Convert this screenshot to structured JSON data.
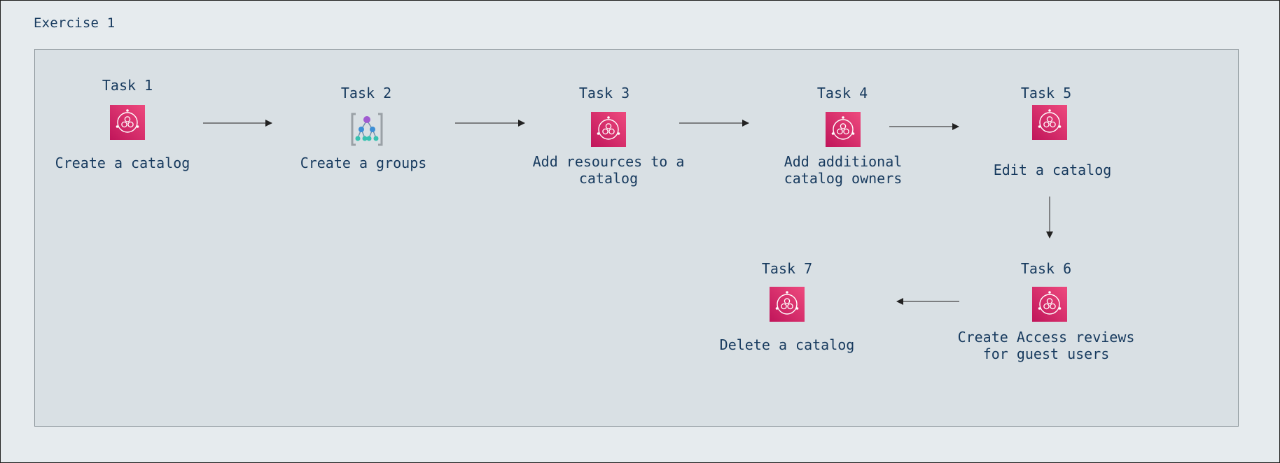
{
  "exercise": {
    "title": "Exercise 1"
  },
  "tasks": [
    {
      "label": "Task 1",
      "caption": [
        "Create a catalog"
      ],
      "icon": "catalog-icon"
    },
    {
      "label": "Task 2",
      "caption": [
        "Create a groups"
      ],
      "icon": "groups-icon"
    },
    {
      "label": "Task 3",
      "caption": [
        "Add resources to a",
        "catalog"
      ],
      "icon": "catalog-icon"
    },
    {
      "label": "Task 4",
      "caption": [
        "Add additional",
        "catalog owners"
      ],
      "icon": "catalog-icon"
    },
    {
      "label": "Task 5",
      "caption": [
        "Edit a catalog"
      ],
      "icon": "catalog-icon"
    },
    {
      "label": "Task 6",
      "caption": [
        "Create Access reviews",
        "for guest users"
      ],
      "icon": "catalog-icon"
    },
    {
      "label": "Task 7",
      "caption": [
        "Delete a catalog"
      ],
      "icon": "catalog-icon"
    }
  ],
  "colors": {
    "icon_pink": "#e3336f",
    "icon_pink_dark": "#c0155a",
    "text": "#173a5e",
    "arrow": "#222222"
  }
}
